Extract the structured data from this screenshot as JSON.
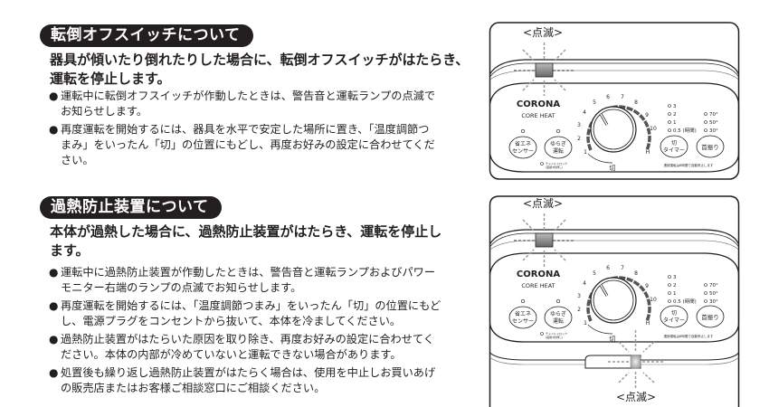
{
  "section1": {
    "title": "転倒オフスイッチについて",
    "lead": [
      "器具が傾いたり倒れたりした場合に、転倒オフスイッチがはたらき、",
      "運転を停止します。"
    ],
    "bullets": [
      [
        "運転中に転倒オフスイッチが作動したときは、警告音と運転ランプの点滅で",
        "お知らせします。"
      ],
      [
        "再度運転を開始するには、器具を水平で安定した場所に置き、「温度調節つ",
        "まみ」をいったん「切」の位置にもどし、再度お好みの設定に合わせてくだ",
        "さい。"
      ]
    ]
  },
  "section2": {
    "title": "過熱防止装置について",
    "lead": [
      "本体が過熱した場合に、過熱防止装置がはたらき、運転を停止し",
      "ます。"
    ],
    "bullets": [
      [
        "運転中に過熱防止装置が作動したときは、警告音と運転ランプおよびパワー",
        "モニター右端のランプの点滅でお知らせします。"
      ],
      [
        "再度運転を開始するには、「温度調節つまみ」をいったん「切」の位置にもど",
        "し、電源プラグをコンセントから抜いて、本体を冷ましてください。"
      ],
      [
        "過熱防止装置がはたらいた原因を取り除き、再度お好みの設定に合わせてく",
        "ださい。本体の内部が冷めていないと運転できない場合があります。"
      ],
      [
        "処置後も繰り返し過熱防止装置がはたらく場合は、使用を中止しお買いあげ",
        "の販売店またはお客様ご相談窓口にご相談ください。"
      ]
    ]
  },
  "panel": {
    "blink_label": "<点滅>",
    "brand": "CORONA",
    "model": "CORE HEAT",
    "eco_button": [
      "省エネ",
      "センサー"
    ],
    "yuragi_button": [
      "ゆらぎ",
      "運転"
    ],
    "child_lock": [
      "チャイルドロック",
      "(首振3秒押し)"
    ],
    "dial_numbers": [
      "1",
      "2",
      "3",
      "4",
      "5",
      "6",
      "7",
      "8",
      "9",
      "10",
      "H"
    ],
    "dial_off": "切",
    "timer_options": [
      "3",
      "2",
      "1",
      "0.5 (時間)"
    ],
    "swing_options": [
      "70°",
      "50°",
      "30°"
    ],
    "timer_button": [
      "切",
      "タイマー"
    ],
    "swing_button": "首振り",
    "auto_stop_note": "連続運転は8時間で自動停止します"
  }
}
